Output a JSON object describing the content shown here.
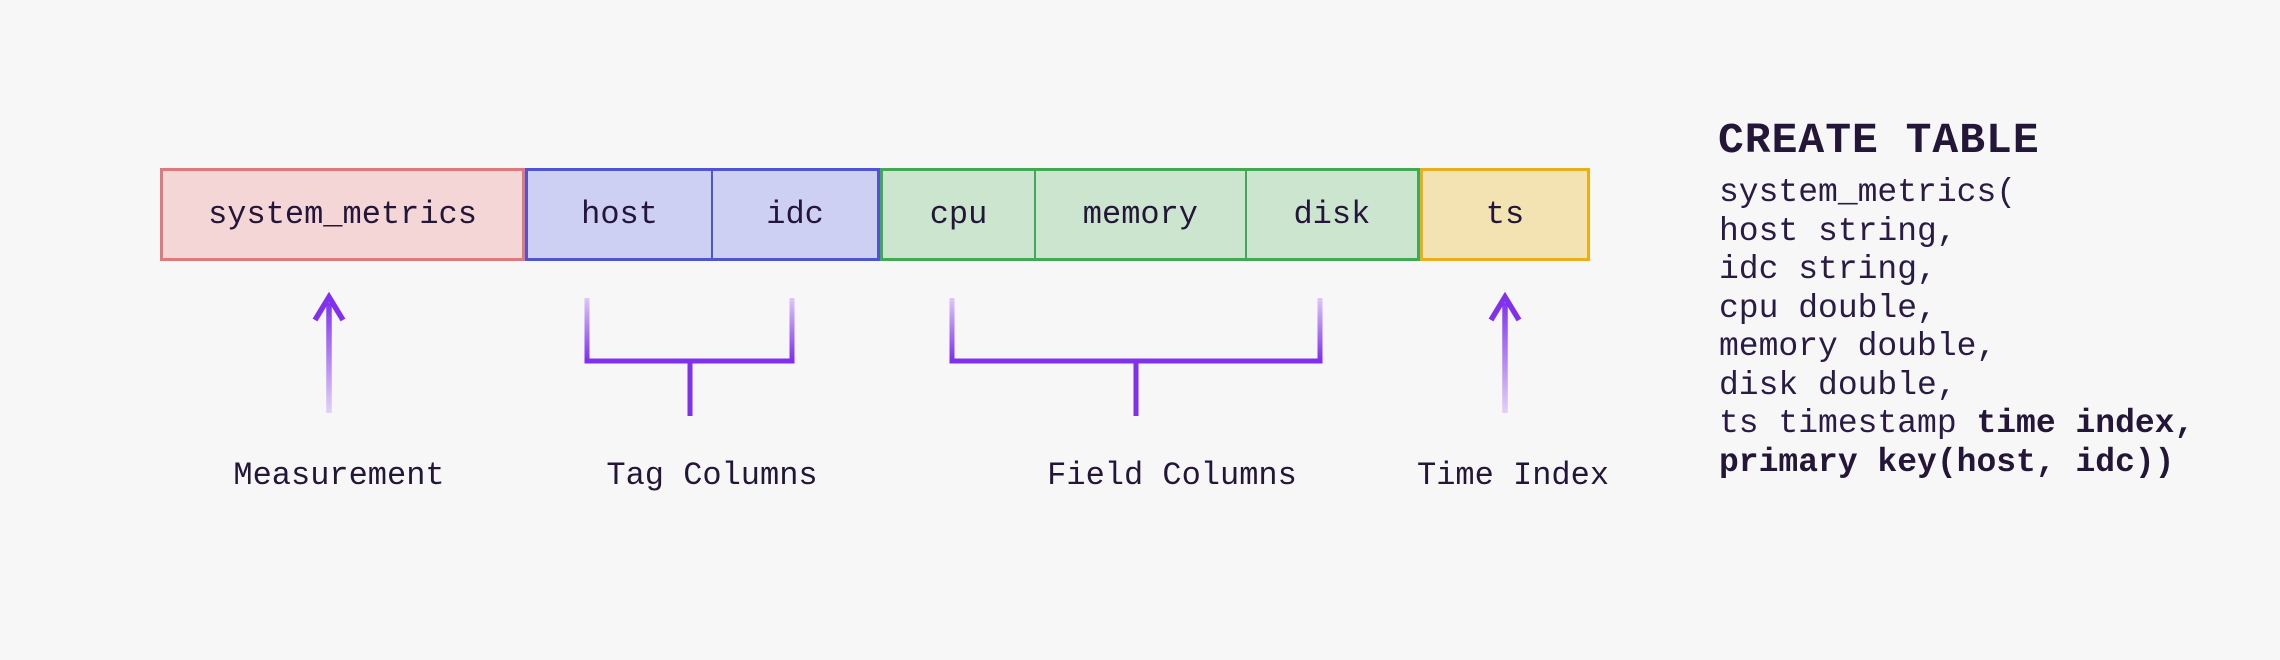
{
  "diagram": {
    "cells": {
      "measurement": "system_metrics",
      "host": "host",
      "idc": "idc",
      "cpu": "cpu",
      "memory": "memory",
      "disk": "disk",
      "ts": "ts"
    },
    "labels": {
      "measurement": "Measurement",
      "tag": "Tag Columns",
      "field": "Field Columns",
      "time": "Time Index"
    },
    "colors": {
      "background": "#f7f7f8",
      "text": "#241638",
      "accent_purple": "#8130f0",
      "measurement_fill": "#f4d6d7",
      "measurement_border": "#e0797d",
      "tag_fill": "#cdcff3",
      "tag_border": "#4f55d2",
      "field_fill": "#cbe5cf",
      "field_border": "#43a854",
      "time_fill": "#f3e3b2",
      "time_border": "#e9ae1e"
    }
  },
  "sql": {
    "title": "CREATE TABLE",
    "lines": [
      {
        "segments": [
          {
            "text": "system_metrics(",
            "bold": false
          }
        ]
      },
      {
        "segments": [
          {
            "text": "host string,",
            "bold": false
          }
        ]
      },
      {
        "segments": [
          {
            "text": "idc string,",
            "bold": false
          }
        ]
      },
      {
        "segments": [
          {
            "text": "cpu double,",
            "bold": false
          }
        ]
      },
      {
        "segments": [
          {
            "text": "memory double,",
            "bold": false
          }
        ]
      },
      {
        "segments": [
          {
            "text": "disk double,",
            "bold": false
          }
        ]
      },
      {
        "segments": [
          {
            "text": "ts timestamp ",
            "bold": false
          },
          {
            "text": "time index,",
            "bold": true
          }
        ]
      },
      {
        "segments": [
          {
            "text": "primary key(host, idc))",
            "bold": true
          }
        ]
      }
    ]
  }
}
